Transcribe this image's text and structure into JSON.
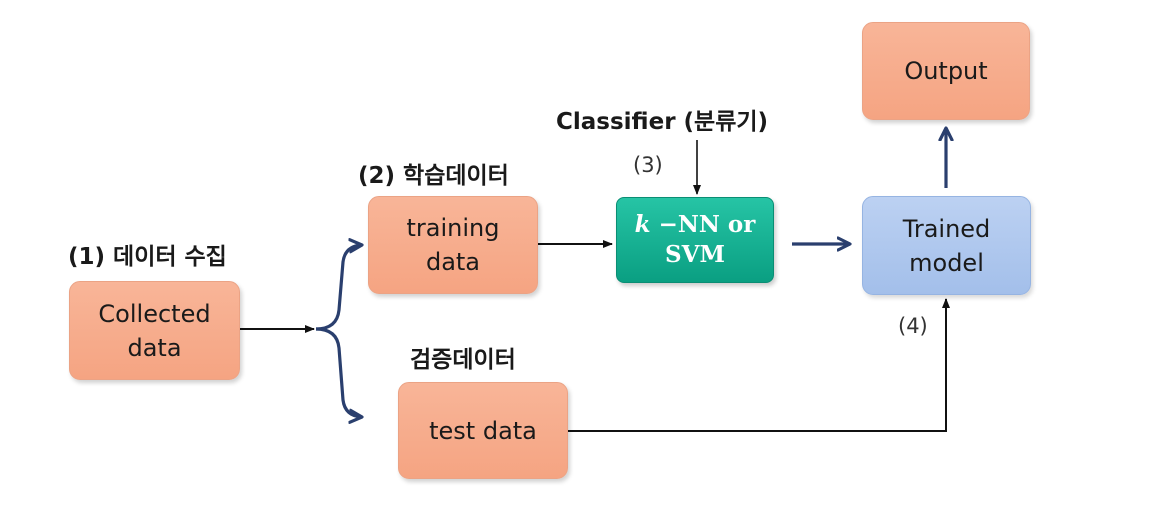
{
  "labels": {
    "collect": "(1) 데이터 수집",
    "train_set": "(2) 학습데이터",
    "test_set": "검증데이터",
    "classifier": "Classifier (분류기)"
  },
  "steps": {
    "s3": "(3)",
    "s4": "(4)"
  },
  "nodes": {
    "collected": {
      "line1": "Collected",
      "line2": "data"
    },
    "training": {
      "line1": "training",
      "line2": "data"
    },
    "test": {
      "line1": "test data"
    },
    "classifier": {
      "k": "k",
      "rest": " −NN or",
      "line2": "SVM"
    },
    "trained": {
      "line1": "Trained",
      "line2": "model"
    },
    "output": {
      "line1": "Output"
    }
  },
  "colors": {
    "orange_box": "#f5a482",
    "blue_box": "#a3bfea",
    "green_box": "#0a9f82",
    "navy_arrow": "#2a3f6e",
    "black_arrow": "#111111"
  }
}
